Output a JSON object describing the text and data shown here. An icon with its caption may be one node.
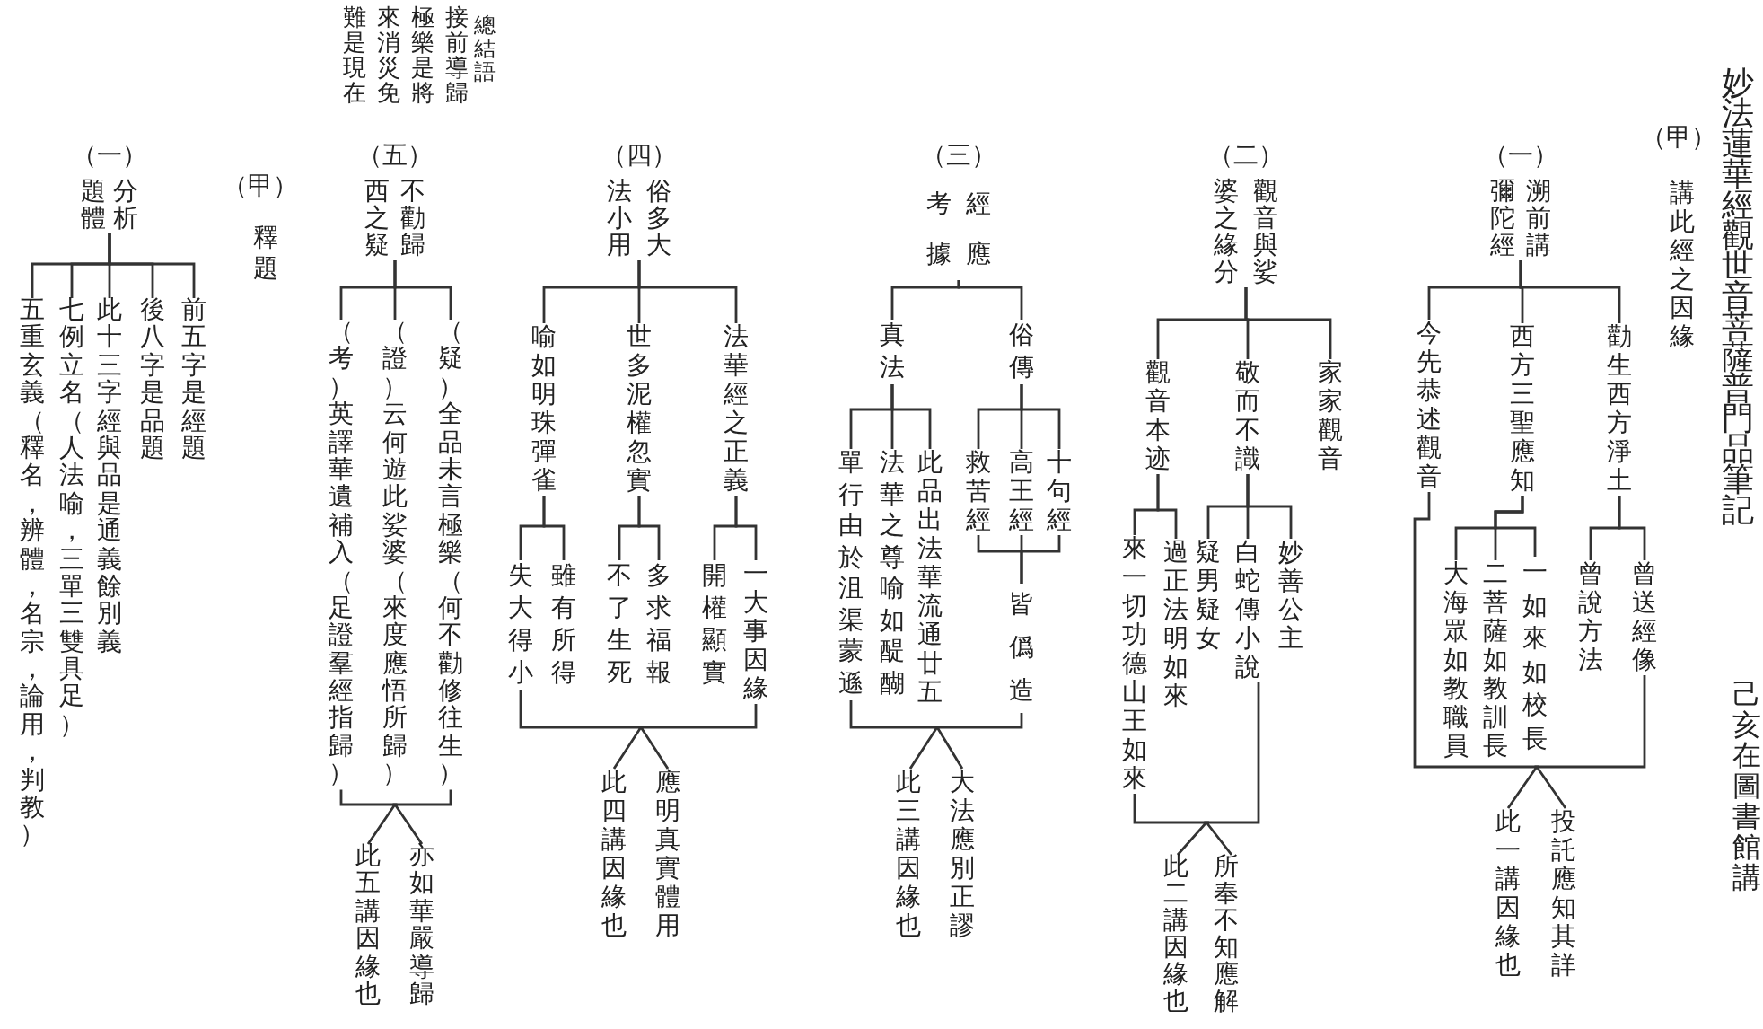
{
  "diagram": {
    "title": "妙法蓮華經觀世音菩薩普門品筆記",
    "nodes": [
      {
        "text": [
          "（一）",
          "溯前講彌陀經"
        ]
      },
      {
        "text": [
          "勸生西方淨土"
        ]
      },
      {
        "text": [
          "西方三聖應知"
        ]
      },
      {
        "text": [
          "今先恭述觀音"
        ]
      },
      {
        "text": [
          "曾送經像"
        ]
      },
      {
        "text": [
          "曾說方法"
        ]
      },
      {
        "text": [
          "一如來如校長"
        ]
      },
      {
        "text": [
          "二菩薩如教訓長"
        ]
      },
      {
        "text": [
          "大海眾如教職員"
        ]
      },
      {
        "text": [
          "投託應知其詳"
        ]
      },
      {
        "text": [
          "（二）",
          "觀音與娑婆之緣分"
        ]
      },
      {
        "text": [
          "家家觀音"
        ]
      },
      {
        "text": [
          "敬而不識"
        ]
      },
      {
        "text": [
          "觀音本迹"
        ]
      },
      {
        "text": [
          "妙善公主"
        ]
      },
      {
        "text": [
          "白蛇傳小說"
        ]
      },
      {
        "text": [
          "疑男疑女"
        ]
      },
      {
        "text": [
          "過正法明如來"
        ]
      },
      {
        "text": [
          "來一切功德山王如來"
        ]
      },
      {
        "text": [
          "所奉不知應解"
        ]
      },
      {
        "text": [
          "（三）",
          "經應考據"
        ]
      },
      {
        "text": [
          "俗傳"
        ]
      },
      {
        "text": [
          "真法"
        ]
      },
      {
        "text": [
          "十句經"
        ]
      },
      {
        "text": [
          "高王經"
        ]
      },
      {
        "text": [
          "救苦經"
        ]
      },
      {
        "text": [
          "皆僞造"
        ]
      },
      {
        "text": [
          "此品出法華流通廿五"
        ]
      },
      {
        "text": [
          "法華之尊喻如醍醐"
        ]
      },
      {
        "text": [
          "單行由於沮渠蒙遜"
        ]
      },
      {
        "text": [
          "大法應別正謬"
        ]
      },
      {
        "text": [
          "（四）",
          "俗多大法小用"
        ]
      },
      {
        "text": [
          "法華經之正義"
        ]
      },
      {
        "text": [
          "世多泥權忽實"
        ]
      },
      {
        "text": [
          "喻如明珠彈雀"
        ]
      },
      {
        "text": [
          "一大事因緣"
        ]
      },
      {
        "text": [
          "開權顯實"
        ]
      },
      {
        "text": [
          "多求福報"
        ]
      },
      {
        "text": [
          "不了生死"
        ]
      },
      {
        "text": [
          "雖有所得"
        ]
      },
      {
        "text": [
          "失大得小"
        ]
      },
      {
        "text": [
          "應明真實體用"
        ]
      },
      {
        "text": [
          "（五）",
          "不勸歸西之疑"
        ]
      },
      {
        "text": [
          "（疑）全品未言極樂（何不勸修往生）"
        ]
      },
      {
        "text": [
          "（證）云何遊此娑婆（來度應悟所歸）"
        ]
      },
      {
        "text": [
          "（考）英譯華遺補入（足證羣經指歸）"
        ]
      },
      {
        "text": [
          "亦如華嚴導歸"
        ]
      },
      {
        "text": [
          "（一）",
          "分析題體"
        ]
      },
      {
        "text": [
          "前五字是經題"
        ]
      },
      {
        "text": [
          "後八字是品題"
        ]
      },
      {
        "text": [
          "此十三字經與品是通義餘別義"
        ]
      },
      {
        "text": [
          "七例立名（人法喻，三單三雙具足）"
        ]
      },
      {
        "text": [
          "五重玄義（釋名，辨體，名宗，論用，判教）"
        ]
      },
      {
        "text": [
          "此一講因緣也"
        ]
      },
      {
        "text": [
          "此二講因緣也"
        ]
      },
      {
        "text": [
          "此三講因緣也"
        ]
      },
      {
        "text": [
          "此四講因緣也"
        ]
      },
      {
        "text": [
          "此五講因緣也"
        ]
      }
    ],
    "edges": [
      {
        "from": 0,
        "to": 1,
        "arrow": "none"
      },
      {
        "from": 0,
        "to": 2,
        "arrow": "none"
      },
      {
        "from": 0,
        "to": 3,
        "arrow": "none"
      },
      {
        "from": 1,
        "to": 4,
        "arrow": "none"
      },
      {
        "from": 1,
        "to": 5,
        "arrow": "none"
      },
      {
        "from": 2,
        "to": 6,
        "arrow": "none"
      },
      {
        "from": 2,
        "to": 7,
        "arrow": "none"
      },
      {
        "from": 2,
        "to": 8,
        "arrow": "none"
      },
      {
        "from": 3,
        "to": 53,
        "arrow": "none"
      },
      {
        "from": 4,
        "to": 9,
        "arrow": "none"
      },
      {
        "from": 10,
        "to": 11,
        "arrow": "none"
      },
      {
        "from": 10,
        "to": 12,
        "arrow": "none"
      },
      {
        "from": 10,
        "to": 13,
        "arrow": "none"
      },
      {
        "from": 12,
        "to": 14,
        "arrow": "none"
      },
      {
        "from": 12,
        "to": 15,
        "arrow": "none"
      },
      {
        "from": 12,
        "to": 16,
        "arrow": "none"
      },
      {
        "from": 13,
        "to": 17,
        "arrow": "none"
      },
      {
        "from": 13,
        "to": 18,
        "arrow": "none"
      },
      {
        "from": 18,
        "to": 54,
        "arrow": "none"
      },
      {
        "from": 15,
        "to": 19,
        "arrow": "none"
      },
      {
        "from": 20,
        "to": 21,
        "arrow": "none"
      },
      {
        "from": 20,
        "to": 22,
        "arrow": "none"
      },
      {
        "from": 21,
        "to": 23,
        "arrow": "none"
      },
      {
        "from": 21,
        "to": 24,
        "arrow": "none"
      },
      {
        "from": 21,
        "to": 25,
        "arrow": "none"
      },
      {
        "from": 23,
        "to": 26,
        "arrow": "none"
      },
      {
        "from": 24,
        "to": 26,
        "arrow": "none"
      },
      {
        "from": 25,
        "to": 26,
        "arrow": "none"
      },
      {
        "from": 22,
        "to": 27,
        "arrow": "none"
      },
      {
        "from": 22,
        "to": 28,
        "arrow": "none"
      },
      {
        "from": 22,
        "to": 29,
        "arrow": "none"
      },
      {
        "from": 29,
        "to": 55,
        "arrow": "none"
      },
      {
        "from": 26,
        "to": 30,
        "arrow": "none"
      },
      {
        "from": 31,
        "to": 32,
        "arrow": "none"
      },
      {
        "from": 31,
        "to": 33,
        "arrow": "none"
      },
      {
        "from": 31,
        "to": 34,
        "arrow": "none"
      },
      {
        "from": 32,
        "to": 35,
        "arrow": "none"
      },
      {
        "from": 32,
        "to": 36,
        "arrow": "none"
      },
      {
        "from": 33,
        "to": 37,
        "arrow": "none"
      },
      {
        "from": 33,
        "to": 38,
        "arrow": "none"
      },
      {
        "from": 34,
        "to": 39,
        "arrow": "none"
      },
      {
        "from": 34,
        "to": 40,
        "arrow": "none"
      },
      {
        "from": 40,
        "to": 56,
        "arrow": "none"
      },
      {
        "from": 35,
        "to": 41,
        "arrow": "none"
      },
      {
        "from": 42,
        "to": 43,
        "arrow": "none"
      },
      {
        "from": 42,
        "to": 44,
        "arrow": "none"
      },
      {
        "from": 42,
        "to": 45,
        "arrow": "none"
      },
      {
        "from": 45,
        "to": 57,
        "arrow": "none"
      },
      {
        "from": 43,
        "to": 46,
        "arrow": "none"
      },
      {
        "from": 47,
        "to": 48,
        "arrow": "none"
      },
      {
        "from": 47,
        "to": 49,
        "arrow": "none"
      },
      {
        "from": 47,
        "to": 50,
        "arrow": "none"
      },
      {
        "from": 47,
        "to": 51,
        "arrow": "none"
      },
      {
        "from": 47,
        "to": 52,
        "arrow": "none"
      }
    ],
    "labels": [
      "己亥在圖書館講",
      "（甲）",
      "講此經之因緣",
      "總結語",
      "接前導歸極樂是將來消災免難是現在",
      "（甲）",
      "釋題"
    ]
  }
}
